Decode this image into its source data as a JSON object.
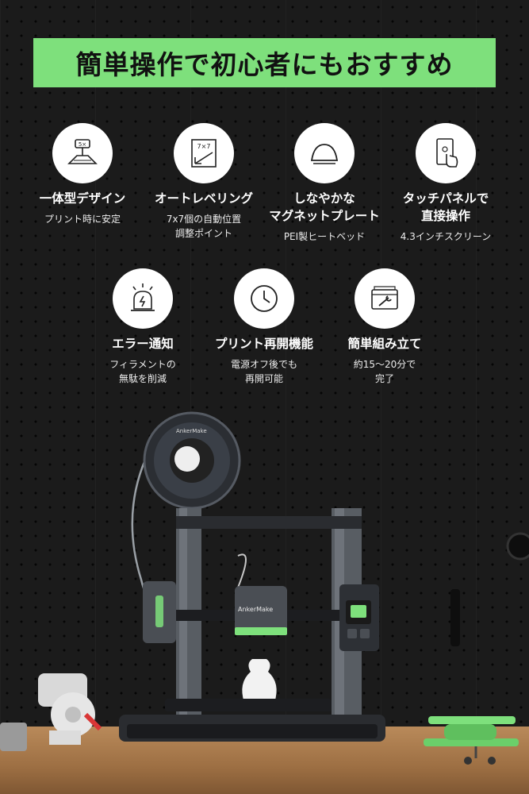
{
  "headline": "簡単操作で初心者にもおすすめ",
  "features": [
    {
      "icon": "compact-printer-icon",
      "icon_text": "5×",
      "title": "一体型デザイン",
      "subtitle": "プリント時に安定"
    },
    {
      "icon": "auto-leveling-grid-icon",
      "icon_text": "7×7",
      "title": "オートレベリング",
      "subtitle": "7x7個の自動位置\n調整ポイント"
    },
    {
      "icon": "flexible-plate-icon",
      "title": "しなやかな\nマグネットプレート",
      "subtitle": "PEI製ヒートベッド"
    },
    {
      "icon": "touch-panel-icon",
      "title": "タッチパネルで\n直接操作",
      "subtitle": "4.3インチスクリーン"
    },
    {
      "icon": "error-alarm-icon",
      "title": "エラー通知",
      "subtitle": "フィラメントの\n無駄を削減"
    },
    {
      "icon": "clock-icon",
      "title": "プリント再開機能",
      "subtitle": "電源オフ後でも\n再開可能"
    },
    {
      "icon": "toolbox-wrench-icon",
      "title": "簡単組み立て",
      "subtitle": "約15〜20分で\n完了"
    }
  ],
  "product": {
    "brand_spool": "AnkerMake",
    "brand_head": "AnkerMake"
  },
  "colors": {
    "accent_green": "#7ee07c",
    "background": "#1b1b1b"
  }
}
